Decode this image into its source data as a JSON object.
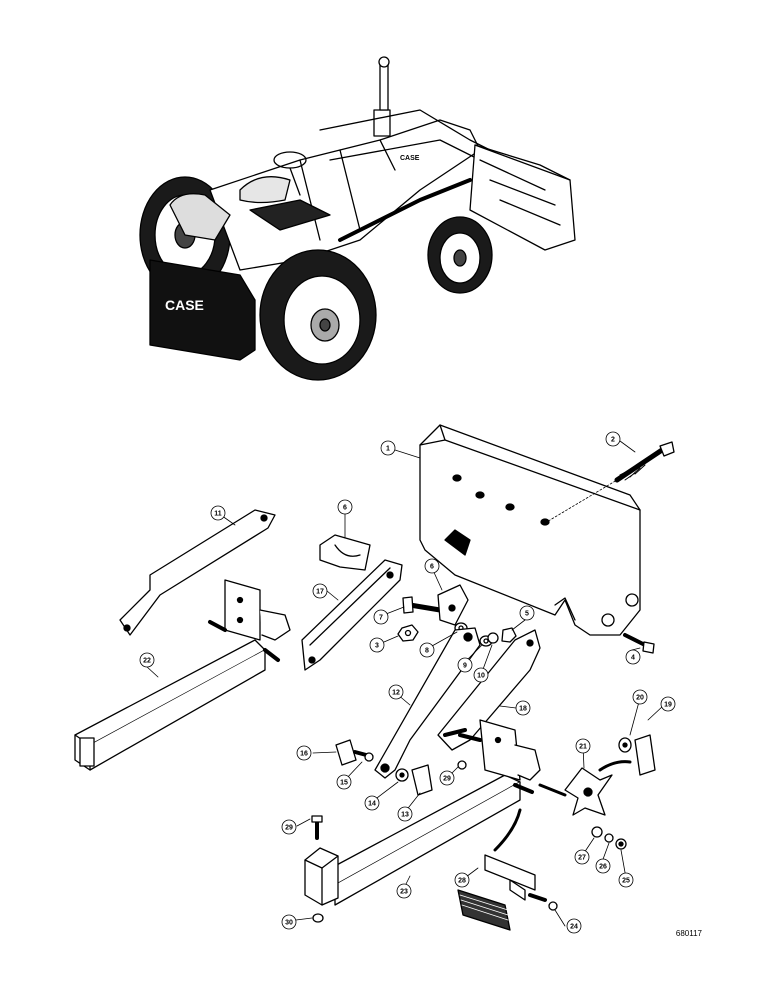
{
  "tractor": {
    "hood_brand": "CASE",
    "weight_brand": "CASE"
  },
  "callouts": [
    {
      "num": "1"
    },
    {
      "num": "2"
    },
    {
      "num": "3"
    },
    {
      "num": "4"
    },
    {
      "num": "5"
    },
    {
      "num": "6"
    },
    {
      "num": "6"
    },
    {
      "num": "7"
    },
    {
      "num": "8"
    },
    {
      "num": "9"
    },
    {
      "num": "10"
    },
    {
      "num": "11"
    },
    {
      "num": "12"
    },
    {
      "num": "13"
    },
    {
      "num": "14"
    },
    {
      "num": "15"
    },
    {
      "num": "16"
    },
    {
      "num": "17"
    },
    {
      "num": "18"
    },
    {
      "num": "19"
    },
    {
      "num": "20"
    },
    {
      "num": "21"
    },
    {
      "num": "22"
    },
    {
      "num": "23"
    },
    {
      "num": "24"
    },
    {
      "num": "25"
    },
    {
      "num": "26"
    },
    {
      "num": "27"
    },
    {
      "num": "28"
    },
    {
      "num": "29"
    },
    {
      "num": "29"
    },
    {
      "num": "30"
    }
  ],
  "figure_id": "680117"
}
